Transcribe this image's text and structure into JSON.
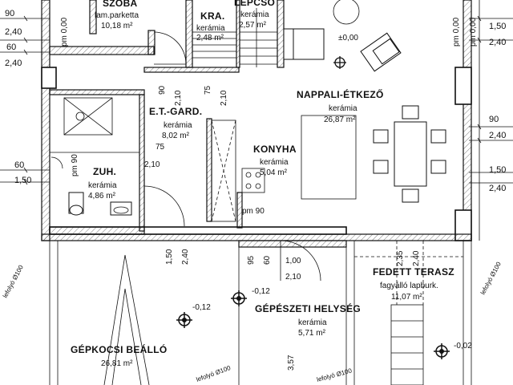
{
  "rooms": {
    "szoba": {
      "name": "SZOBA",
      "finish": "lam.parketta",
      "area": "10,18 m²"
    },
    "kra": {
      "name": "KRA.",
      "finish": "kerámia",
      "area": "2,48 m²"
    },
    "lepcso": {
      "name": "LÉPCSŐ",
      "finish": "kerámia",
      "area": "2,57 m²"
    },
    "nappali": {
      "name": "NAPPALI-ÉTKEZŐ",
      "finish": "kerámia",
      "area": "26,87 m²"
    },
    "etgard": {
      "name": "E.T.-GARD.",
      "finish": "kerámia",
      "area": "8,02 m²"
    },
    "konyha": {
      "name": "KONYHA",
      "finish": "kerámia",
      "area": "5,04 m²"
    },
    "zuh": {
      "name": "ZUH.",
      "finish": "kerámia",
      "area": "4,86 m²"
    },
    "terasz": {
      "name": "FEDETT TERASZ",
      "finish": "fagyálló lapburk.",
      "area": "11,07 m²"
    },
    "gepeszeti": {
      "name": "GÉPÉSZETI HELYSÉG",
      "finish": "kerámia",
      "area": "5,71 m²"
    },
    "gepkocsi": {
      "name": "GÉPKOCSI BEÁLLÓ",
      "area": "26,81 m²"
    }
  },
  "dimensions": {
    "left": [
      "90",
      "2,40",
      "60",
      "2,40",
      "60",
      "1,50"
    ],
    "right": [
      "1,50",
      "2,40",
      "90",
      "2,40",
      "1,50",
      "2,40"
    ],
    "interior": {
      "pm_szoba": "pm 0,00",
      "pm_szoba2": "pm 0,00",
      "pm_right": "pm 0,00",
      "pm_zuh": "pm 90",
      "pm_konyha": "pm 90",
      "d90a": "90",
      "d210a": "2,10",
      "d75a": "75",
      "d210b": "2,10",
      "d75b": "75",
      "d210c": "2,10",
      "d150": "1,50",
      "d240": "2,40",
      "d95": "95",
      "d60": "60",
      "d100": "1,00",
      "d210d": "2,10",
      "d235": "2,35",
      "d240b": "2,40",
      "d357": "3,57"
    }
  },
  "levels": [
    "±0,00",
    "-0,12",
    "-0,12",
    "-0,02"
  ],
  "pipes": [
    "lefolyó Ø100",
    "lefolyó Ø100",
    "lefolyó Ø100",
    "lefolyó Ø100"
  ]
}
